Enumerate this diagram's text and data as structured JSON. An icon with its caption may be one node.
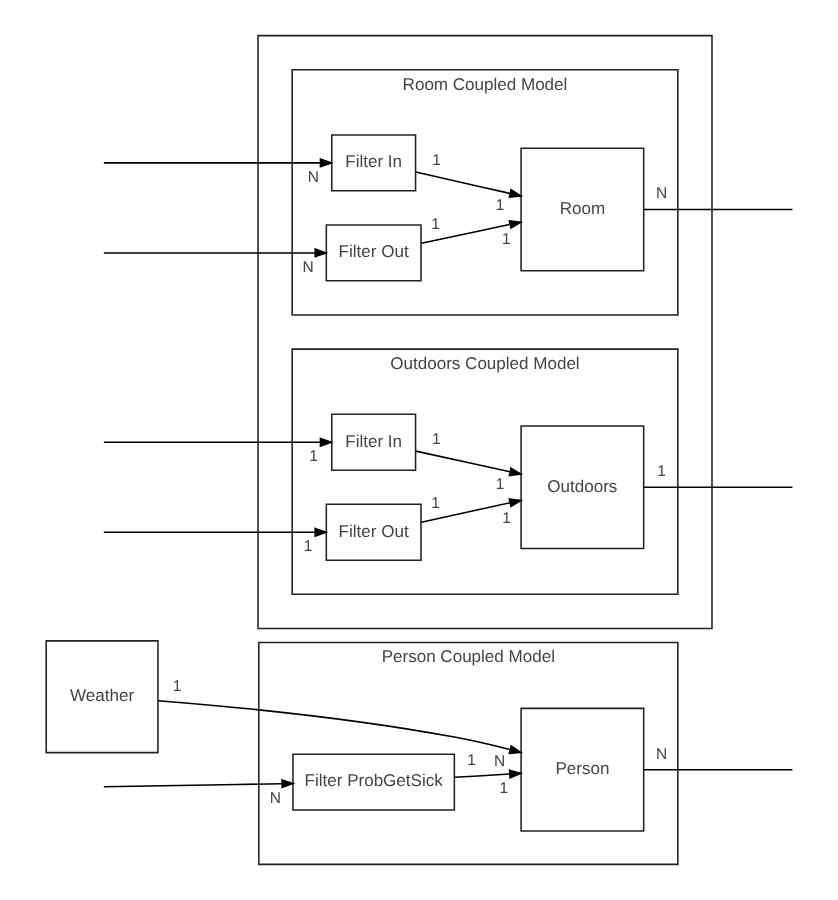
{
  "diagram": {
    "nodes": [
      {
        "text": [
          "Weather"
        ]
      },
      {
        "text": [
          "Person Coupled Model"
        ]
      },
      {
        "text": [
          "Filter ProbGetSick"
        ],
        "in": 1
      },
      {
        "text": [
          "Person"
        ],
        "in": 1
      },
      {
        "text": [],
        "shape": "box"
      },
      {
        "text": [
          "Room Coupled Model"
        ],
        "in": 4
      },
      {
        "text": [
          "Filter In"
        ],
        "in": 5
      },
      {
        "text": [
          "Filter Out"
        ],
        "in": 5
      },
      {
        "text": [
          "Room"
        ],
        "in": 5
      },
      {
        "text": [
          "Outdoors Coupled Model"
        ],
        "in": 4
      },
      {
        "text": [
          "Filter In"
        ],
        "in": 9
      },
      {
        "text": [
          "Filter Out"
        ],
        "in": 9
      },
      {
        "text": [
          "Outdoors"
        ],
        "in": 9
      }
    ],
    "edges": [
      {
        "from": 0,
        "to": 3,
        "arrow": "to"
      },
      {
        "from": null,
        "to": 2,
        "arrow": "to"
      },
      {
        "from": 2,
        "to": 3,
        "arrow": "to"
      },
      {
        "from": 3,
        "to": null,
        "arrow": "none"
      },
      {
        "from": null,
        "to": 6,
        "arrow": "to"
      },
      {
        "from": null,
        "to": 7,
        "arrow": "to"
      },
      {
        "from": 6,
        "to": 8,
        "arrow": "to"
      },
      {
        "from": 7,
        "to": 8,
        "arrow": "to"
      },
      {
        "from": 8,
        "to": null,
        "arrow": "none"
      },
      {
        "from": null,
        "to": 10,
        "arrow": "to"
      },
      {
        "from": null,
        "to": 11,
        "arrow": "to"
      },
      {
        "from": 10,
        "to": 12,
        "arrow": "to"
      },
      {
        "from": 11,
        "to": 12,
        "arrow": "to"
      },
      {
        "from": 12,
        "to": null,
        "arrow": "none"
      }
    ],
    "labels": [
      "1",
      "N",
      "N",
      "N",
      "1",
      "1",
      "N",
      "1",
      "1",
      "N",
      "N",
      "1",
      "1",
      "1",
      "1",
      "1",
      "1",
      "1",
      "1",
      "1"
    ]
  }
}
